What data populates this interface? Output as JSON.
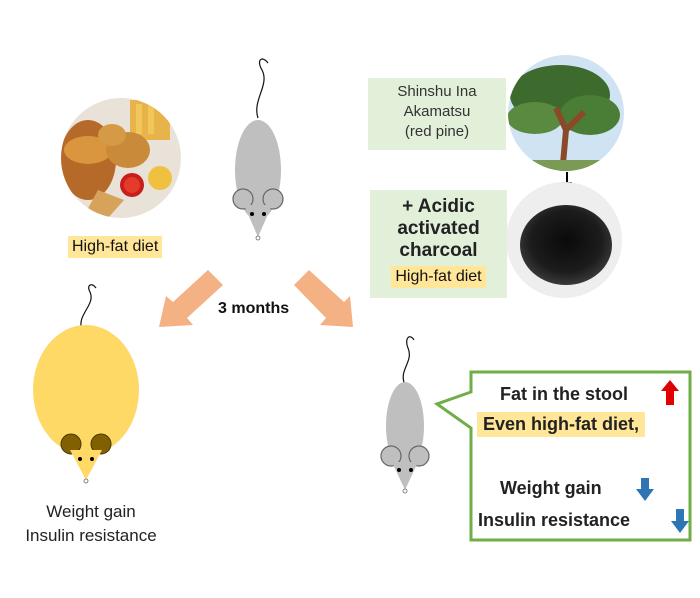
{
  "diet_label": "High-fat diet",
  "pine_label": {
    "line1": "Shinshu Ina",
    "line2": "Akamatsu",
    "line3": "(red pine)"
  },
  "charcoal": {
    "line1": "+ Acidic",
    "line2": "activated",
    "line3": "charcoal",
    "diet": "High-fat diet"
  },
  "duration": "3 months",
  "outcome_control": {
    "line1": "Weight gain",
    "line2": "Insulin resistance"
  },
  "outcome_treated": {
    "stool_fat": "Fat in the stool",
    "even_diet": "Even high-fat diet,",
    "weight": "Weight gain",
    "insulin": "Insulin resistance"
  },
  "colors": {
    "yellow_label": "#FFE699",
    "green_box": "#E2EFD9",
    "callout_border": "#70AD47",
    "arrow_orange": "#F4B183",
    "up_arrow": "#E00000",
    "down_arrow": "#2E75B6",
    "fat_mouse": "#FFD966",
    "lean_mouse": "#BFBFBF"
  }
}
